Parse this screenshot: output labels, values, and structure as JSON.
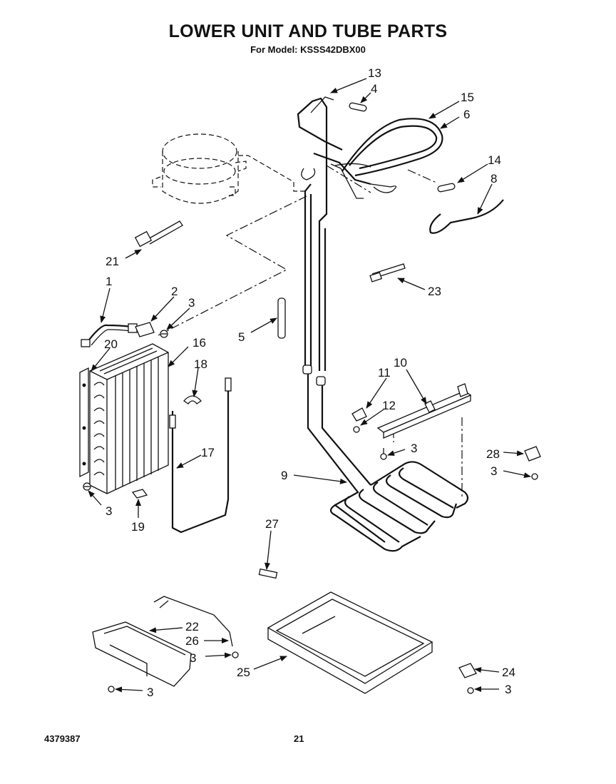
{
  "title": "LOWER UNIT AND TUBE PARTS",
  "subtitle": "For Model: KSSS42DBX00",
  "footer": {
    "doc_number": "4379387",
    "page_number": "21"
  },
  "callouts": {
    "c1": "1",
    "c2": "2",
    "c3a": "3",
    "c3b": "3",
    "c3c": "3",
    "c3d": "3",
    "c3e": "3",
    "c3f": "3",
    "c3g": "3",
    "c4": "4",
    "c5": "5",
    "c6": "6",
    "c8": "8",
    "c9": "9",
    "c10": "10",
    "c11": "11",
    "c12": "12",
    "c13": "13",
    "c14": "14",
    "c15": "15",
    "c16": "16",
    "c17": "17",
    "c18": "18",
    "c19": "19",
    "c20": "20",
    "c21": "21",
    "c22": "22",
    "c23": "23",
    "c24": "24",
    "c25": "25",
    "c26": "26",
    "c27": "27",
    "c28": "28"
  }
}
